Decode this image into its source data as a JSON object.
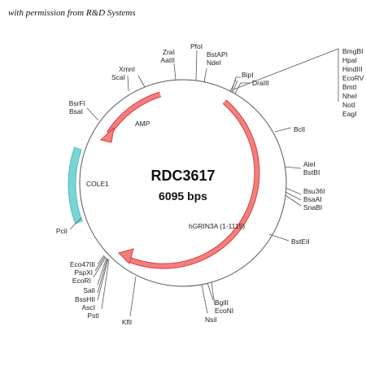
{
  "credit": "with permission from R&D Systems",
  "plasmid": {
    "name": "RDC3617",
    "size": "6095 bps"
  },
  "features": {
    "amp": "AMP",
    "cole1": "COLE1",
    "insert": "hGRIN3A (1-1115)"
  },
  "colors": {
    "arrow_fill": "#f08080",
    "arrow_stroke": "#e03c3c",
    "ori_fill": "#79d4d4",
    "ori_stroke": "#3fb8b8",
    "backbone": "#555555"
  },
  "sites": {
    "zral": "ZraI",
    "aatii": "AatII",
    "pfoi": "PfoI",
    "bstapi": "BstAPI",
    "ndei": "NdeI",
    "xmni": "XmnI",
    "scai": "ScaI",
    "bsrfi": "BsrFI",
    "bsai": "BsaI",
    "bipi": "BipI",
    "drai": "DraIII",
    "right_group": [
      "BmgBI",
      "HpaI",
      "HindIII",
      "EcoRV",
      "BmtI",
      "NheI",
      "NotI",
      "EagI"
    ],
    "bcli": "BclI",
    "alei": "AleI",
    "bstbi": "BstBI",
    "bsu36i": "Bsu36I",
    "bsaai": "BsaAI",
    "snabi": "SnaBI",
    "bsteii": "BstEII",
    "pcii": "PciI",
    "left_group": [
      "Eco47III",
      "PspXI",
      "EcoRI",
      "SalI",
      "BssHII",
      "AscI",
      "PstI"
    ],
    "kfli": "KflI",
    "bglii": "BglII",
    "econi": "EcoNI",
    "nsii": "NsiI"
  }
}
